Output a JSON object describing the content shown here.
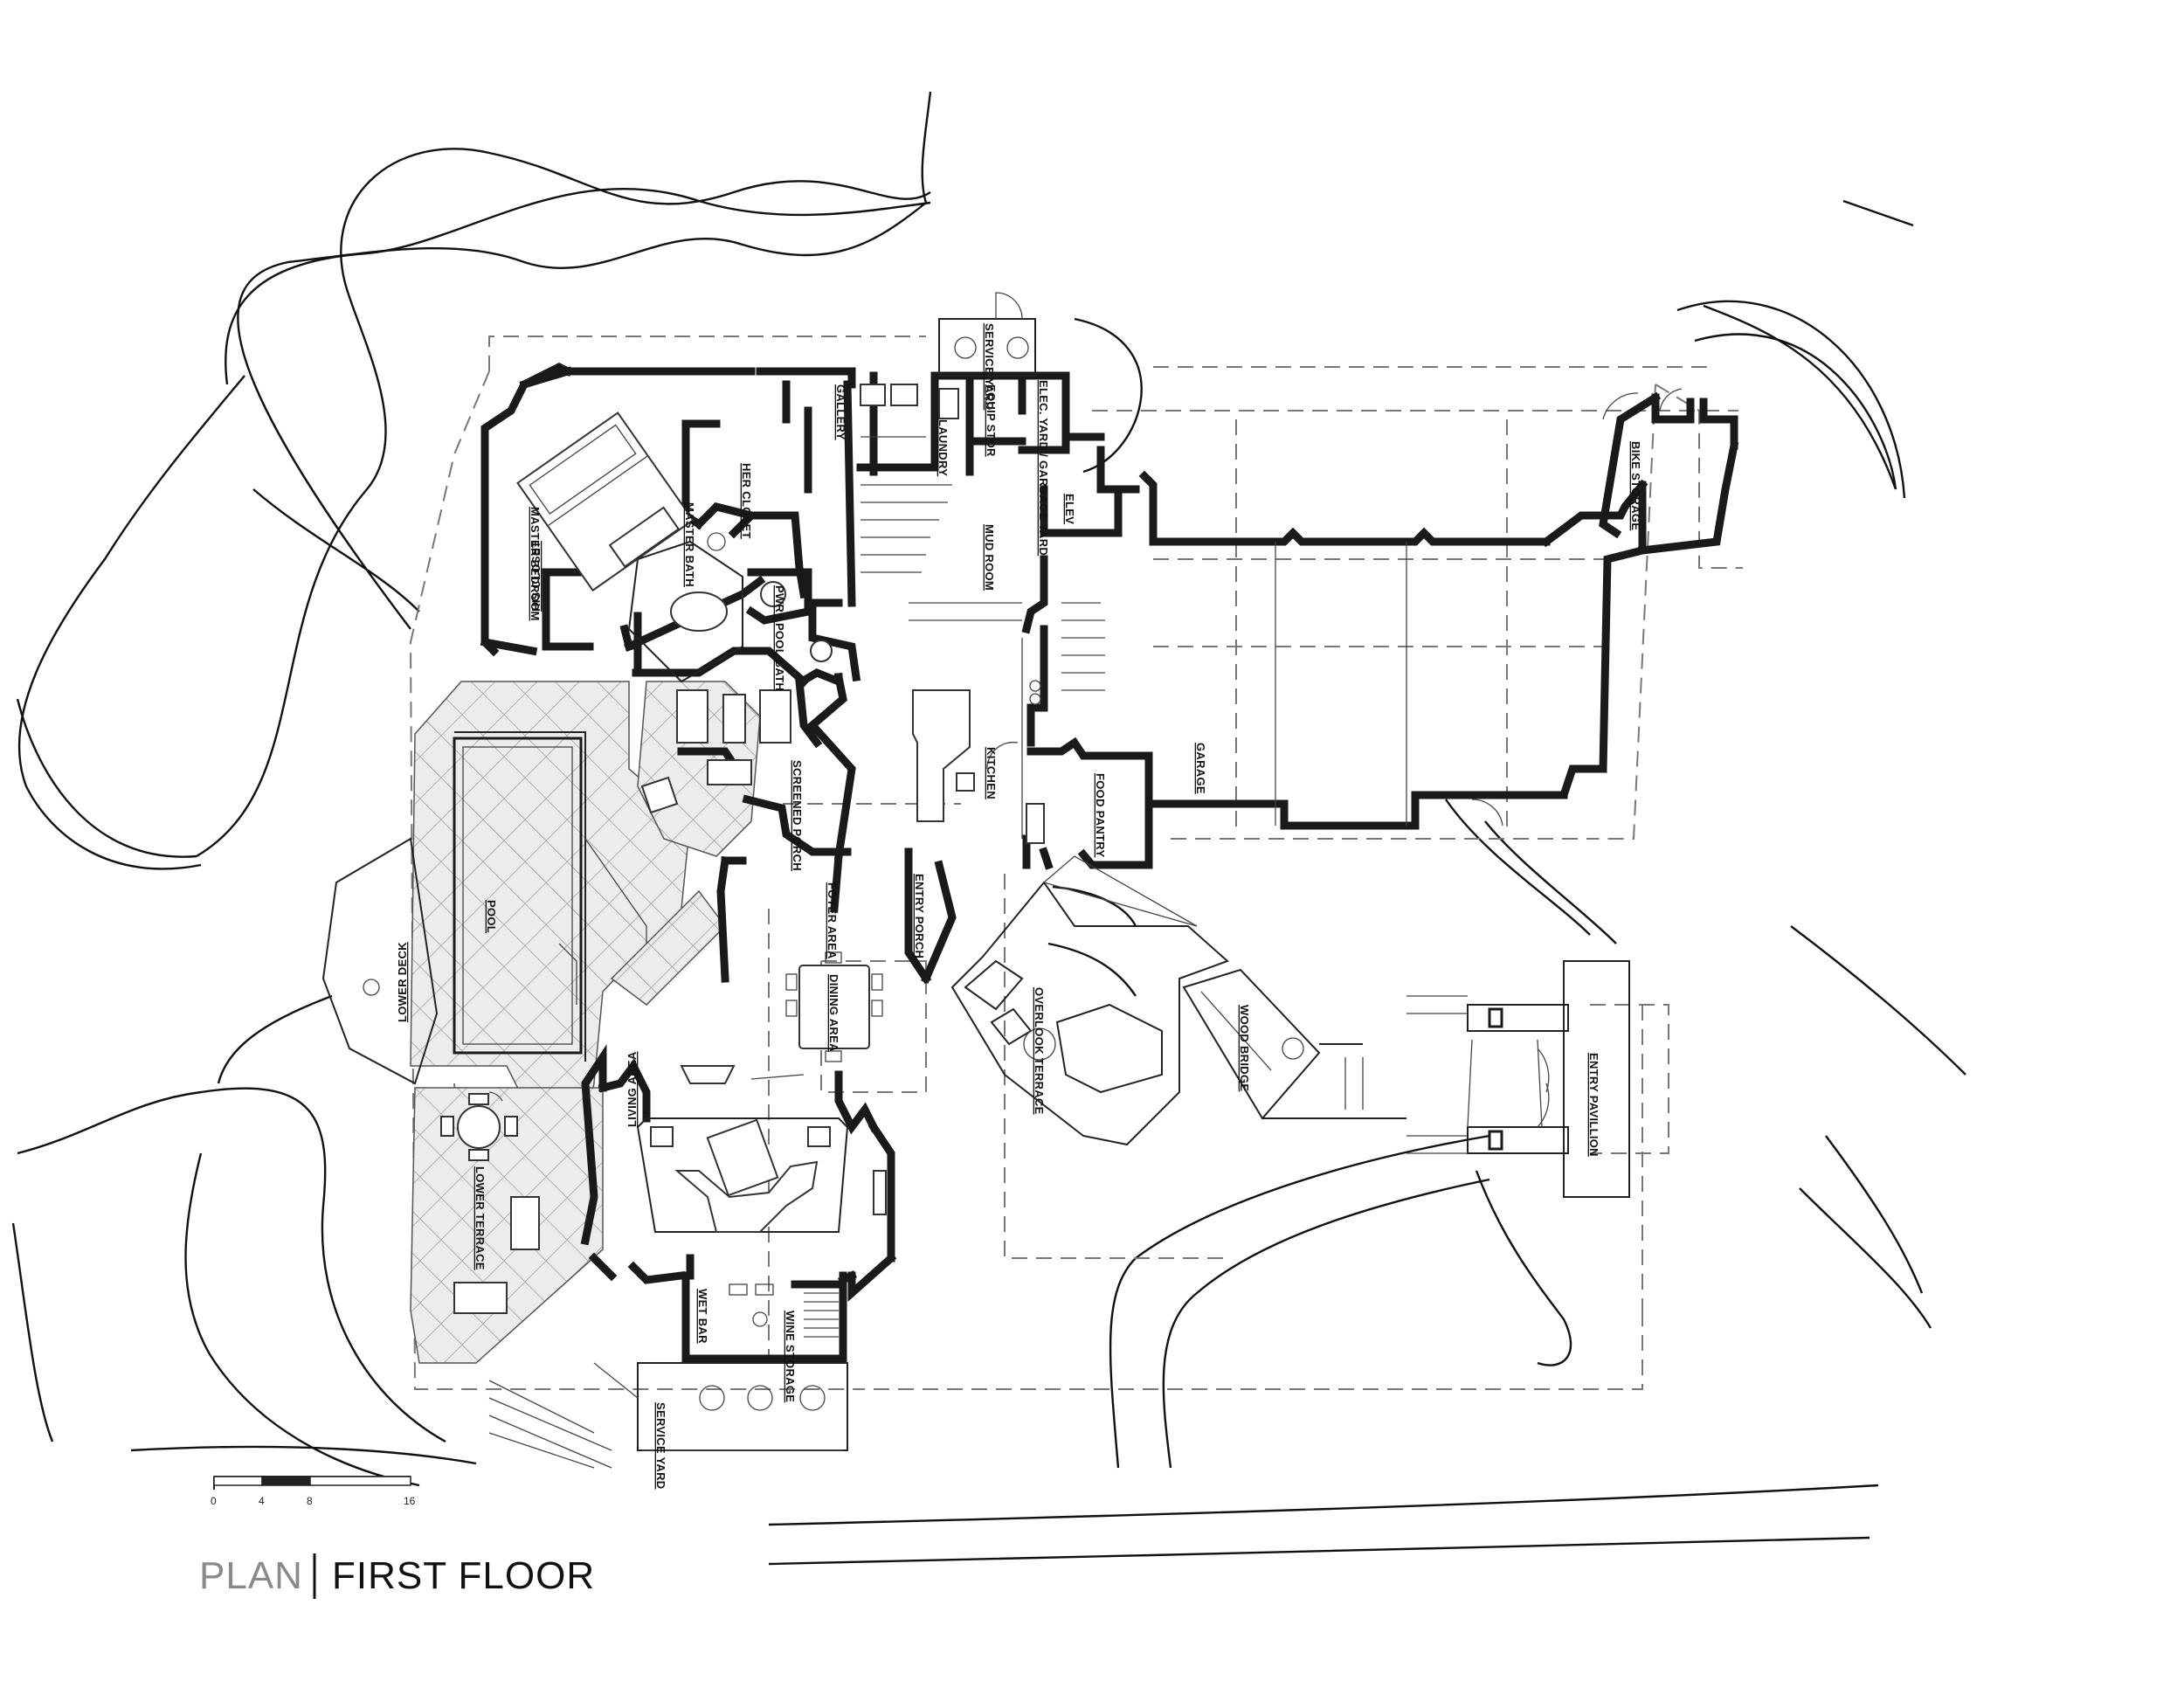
{
  "title": {
    "prefix": "PLAN",
    "main": "FIRST FLOOR"
  },
  "scale_bar": {
    "ticks": [
      "0",
      "4",
      "8",
      "16"
    ]
  },
  "rooms": {
    "master_bedroom": "MASTER BEDROOM",
    "his_closet": "HIS CLOSET",
    "her_closet": "HER CLOSET",
    "master_bath": "MASTER BATH",
    "pwr_pool_bath": "PWR / POOL BATH",
    "gallery": "GALLERY",
    "laundry": "LAUNDRY",
    "service_yard_top": "SERVICE YARD",
    "equip_stor": "EQUIP STOR",
    "elec_yard": "ELEC. YARD / GARBAGE YARD",
    "elev": "ELEV",
    "mud_room": "MUD ROOM",
    "screened_porch": "SCREENED PORCH",
    "kitchen": "KITCHEN",
    "food_pantry": "FOOD PANTRY",
    "garage": "GARAGE",
    "bike_storage": "BIKE STORAGE",
    "pool": "POOL",
    "lower_deck": "LOWER DECK",
    "foyer_area": "FOYER AREA",
    "entry_porch": "ENTRY PORCH",
    "dining_area": "DINING AREA",
    "overlook_terrace": "OVERLOOK TERRACE",
    "wood_bridge": "WOOD BRIDGE",
    "entry_pavilion": "ENTRY PAVILLION",
    "lower_terrace": "LOWER TERRACE",
    "living_area": "LIVING AREA",
    "wet_bar": "WET BAR",
    "wine_storage": "WINE STORAGE",
    "service_yard_bottom": "SERVICE YARD"
  },
  "colors": {
    "wall": "#1a1a1a",
    "plan_prefix": "#8a8a8a",
    "title": "#111111"
  }
}
